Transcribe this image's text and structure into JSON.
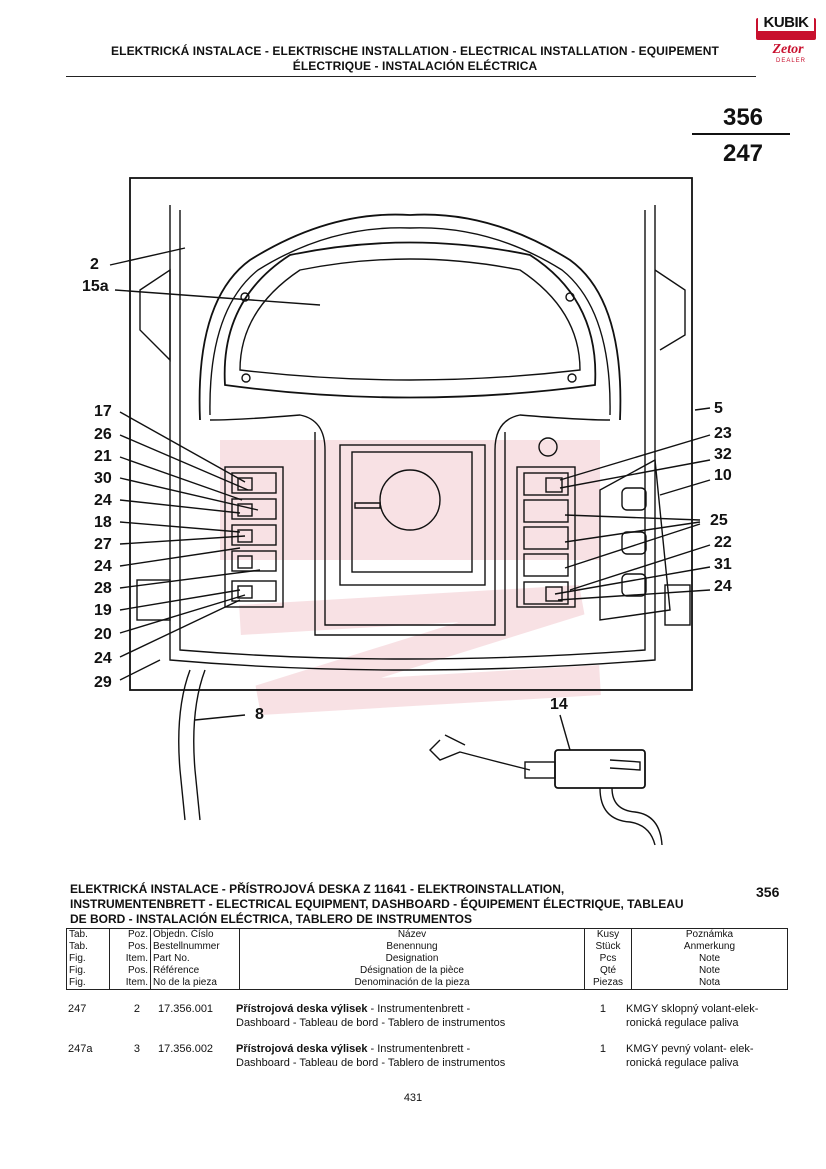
{
  "header": {
    "title_line1": "ELEKTRICKÁ INSTALACE - ELEKTRISCHE INSTALLATION - ELECTRICAL INSTALLATION - EQUIPEMENT",
    "title_line2": "ÉLECTRIQUE - INSTALACIÓN ELÉCTRICA"
  },
  "logo": {
    "brand": "KUBIK",
    "sub": "Zetor",
    "dealer": "DEALER"
  },
  "page_ref": {
    "group": "356",
    "figure": "247"
  },
  "callouts": {
    "c2": "2",
    "c15a": "15a",
    "c17": "17",
    "c26": "26",
    "c21": "21",
    "c30": "30",
    "c24a": "24",
    "c18": "18",
    "c27": "27",
    "c24b": "24",
    "c28": "28",
    "c19": "19",
    "c20": "20",
    "c24c": "24",
    "c29": "29",
    "c8": "8",
    "c14": "14",
    "c5": "5",
    "c23": "23",
    "c32": "32",
    "c10": "10",
    "c25": "25",
    "c22": "22",
    "c31": "31",
    "c24d": "24"
  },
  "section": {
    "line1": "ELEKTRICKÁ INSTALACE - PŘÍSTROJOVÁ DESKA Z 11641 - ELEKTROINSTALLATION,",
    "line2": "INSTRUMENTENBRETT - ELECTRICAL EQUIPMENT, DASHBOARD - ÉQUIPEMENT ÉLECTRIQUE, TABLEAU",
    "line3": "DE BORD - INSTALACIÓN ELÉCTRICA, TABLERO DE INSTRUMENTOS",
    "number": "356"
  },
  "table_headers": {
    "tab": [
      "Tab.",
      "Tab.",
      "Fig.",
      "Fig.",
      "Fig."
    ],
    "pos": [
      "Poz.",
      "Pos.",
      "Item.",
      "Pos.",
      "Item."
    ],
    "pn": [
      "Objedn. Číslo",
      "Bestellnummer",
      "Part No.",
      "Référence",
      "No de la pieza"
    ],
    "name": [
      "Název",
      "Benennung",
      "Designation",
      "Désignation de la pièce",
      "Denominación de la pieza"
    ],
    "qty": [
      "Kusy",
      "Stück",
      "Pcs",
      "Qté",
      "Piezas"
    ],
    "note": [
      "Poznámka",
      "Anmerkung",
      "Note",
      "Note",
      "Nota"
    ]
  },
  "rows": [
    {
      "tab": "247",
      "pos": "2",
      "pn": "17.356.001",
      "name_bold": "Přístrojová deska výlisek",
      "name_rest": " - Instrumentenbrett -",
      "name_line2": "Dashboard - Tableau de bord - Tablero de instrumentos",
      "qty": "1",
      "note": "KMGY sklopný volant-elek-",
      "note2": "ronická regulace paliva"
    },
    {
      "tab": "247a",
      "pos": "3",
      "pn": "17.356.002",
      "name_bold": "Přístrojová deska výlisek",
      "name_rest": " - Instrumentenbrett -",
      "name_line2": "Dashboard - Tableau de bord - Tablero de instrumentos",
      "qty": "1",
      "note": "KMGY pevný volant- elek-",
      "note2": "ronická regulace paliva"
    }
  ],
  "footer": {
    "page": "431"
  }
}
